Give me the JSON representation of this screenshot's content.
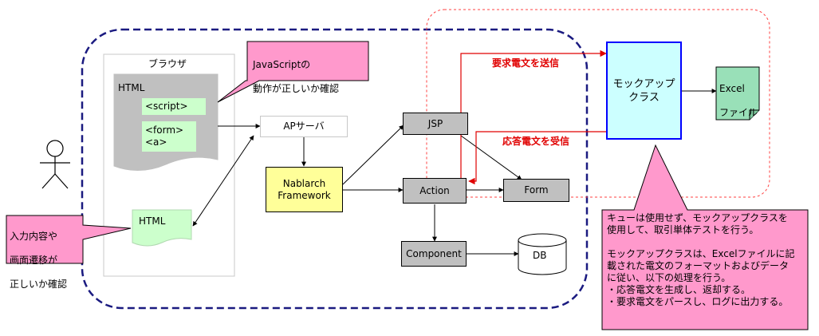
{
  "browser": {
    "title": "ブラウザ"
  },
  "html_doc": {
    "label": "HTML",
    "script_tag": "<script>",
    "form_tag": "<form>",
    "a_tag": "<a>"
  },
  "html_result": {
    "label": "HTML"
  },
  "callout_js": {
    "line1": "JavaScriptの",
    "line2": "動作が正しいか確認"
  },
  "callout_input": {
    "line1": "入力内容や",
    "line2": "画面遷移が",
    "line3": "正しいか確認"
  },
  "ap_server": {
    "label": "APサーバ"
  },
  "framework": {
    "line1": "Nablarch",
    "line2": "Framework"
  },
  "jsp": {
    "label": "JSP"
  },
  "action": {
    "label": "Action"
  },
  "form": {
    "label": "Form"
  },
  "component": {
    "label": "Component"
  },
  "db": {
    "label": "DB"
  },
  "mock": {
    "line1": "モックアップ",
    "line2": "クラス"
  },
  "excel": {
    "line1": "Excel",
    "line2": "ファイル"
  },
  "request_send": {
    "label": "要求電文を送信"
  },
  "response_recv": {
    "label": "応答電文を受信"
  },
  "note": {
    "text": "キューは使用せず、モックアップクラスを\n使用して、取引単体テストを行う。\n\nモックアップクラスは、Excelファイルに記\n載された電文のフォーマットおよびデータ\nに従い、以下の処理を行う。\n・応答電文を生成し、返却する。\n・要求電文をパースし、ログに出力する。"
  },
  "colors": {
    "navy_dashed": "#1a1a80",
    "red_dashed": "#ff4040",
    "pink": "#ff99cc",
    "light_green": "#ccffcc",
    "yellow": "#ffff99",
    "gray_box": "#c0c0c0",
    "light_cyan": "#ccffff",
    "mock_border": "#0000ff",
    "excel_green": "#99e0b8",
    "red": "#e00000"
  }
}
